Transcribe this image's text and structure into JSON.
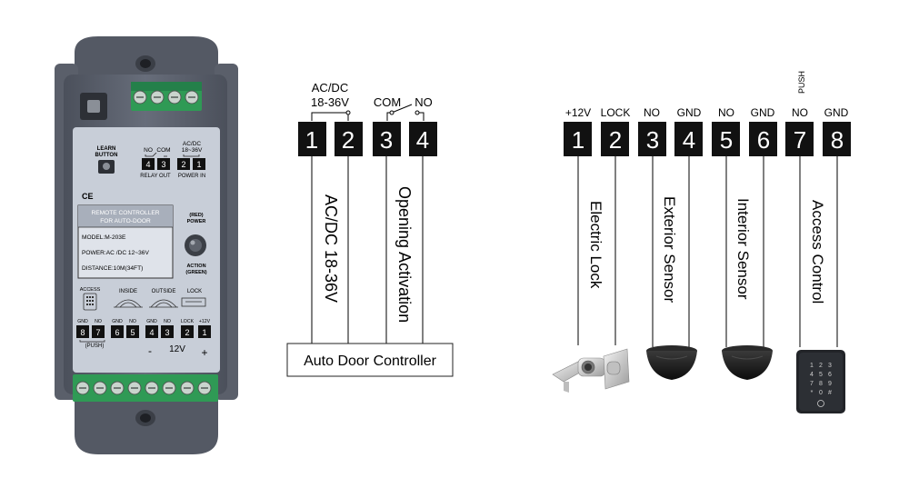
{
  "device": {
    "learn_label_1": "LEARN",
    "learn_label_2": "BUTTON",
    "relay_labels": [
      "NO",
      "COM"
    ],
    "acdc_label_1": "AC/DC",
    "acdc_label_2": "18~36V",
    "relay_out": "RELAY OUT",
    "power_in": "POWER IN",
    "top_terminals": [
      "4",
      "3",
      "2",
      "1"
    ],
    "ce_mark": "CE",
    "title_1": "REMOTE CONTROLLER",
    "title_2": "FOR AUTO-DOOR",
    "model": "MODEL:M-203E",
    "power": "POWER:AC /DC 12~36V",
    "distance": "DISTANCE:10M(34FT)",
    "red_power_1": "(RED)",
    "red_power_2": "POWER",
    "action_1": "ACTION",
    "action_2": "(GREEN)",
    "section_labels": [
      "ACCESS",
      "INSIDE",
      "OUTSIDE",
      "LOCK"
    ],
    "bottom_pin_labels": [
      "GND",
      "NO",
      "GND",
      "NO",
      "GND",
      "NO",
      "LOCK",
      "+12V"
    ],
    "bottom_terminals": [
      "8",
      "7",
      "6",
      "5",
      "4",
      "3",
      "2",
      "1"
    ],
    "push_label": "(PUSH)",
    "voltage_label": "12V",
    "minus_sign": "-",
    "plus_sign": "+"
  },
  "left_diagram": {
    "terminals": [
      "1",
      "2",
      "3",
      "4"
    ],
    "top_label_1": "AC/DC",
    "top_label_2": "18-36V",
    "com_label": "COM",
    "no_label": "NO",
    "vertical_1": "AC/DC 18-36V",
    "vertical_2": "Opening Activation",
    "box_label": "Auto Door Controller"
  },
  "right_diagram": {
    "terminals": [
      "1",
      "2",
      "3",
      "4",
      "5",
      "6",
      "7",
      "8"
    ],
    "pin_labels": [
      "+12V",
      "LOCK",
      "NO",
      "GND",
      "NO",
      "GND",
      "NO",
      "GND"
    ],
    "push_label": "PUSH",
    "vertical_labels": [
      "Electric Lock",
      "Exterior Sensor",
      "Interior Sensor",
      "Access Control"
    ]
  },
  "keypad": {
    "keys": [
      "1",
      "2",
      "3",
      "4",
      "5",
      "6",
      "7",
      "8",
      "9",
      "*",
      "0",
      "#"
    ]
  },
  "colors": {
    "housing": "#5d6370",
    "faceplate": "#c8ced8",
    "terminal_green": "#2f9a55",
    "terminal_box": "#111111",
    "terminal_text": "#ffffff",
    "sensor": "#1b1b1b",
    "keypad": "#222428"
  }
}
